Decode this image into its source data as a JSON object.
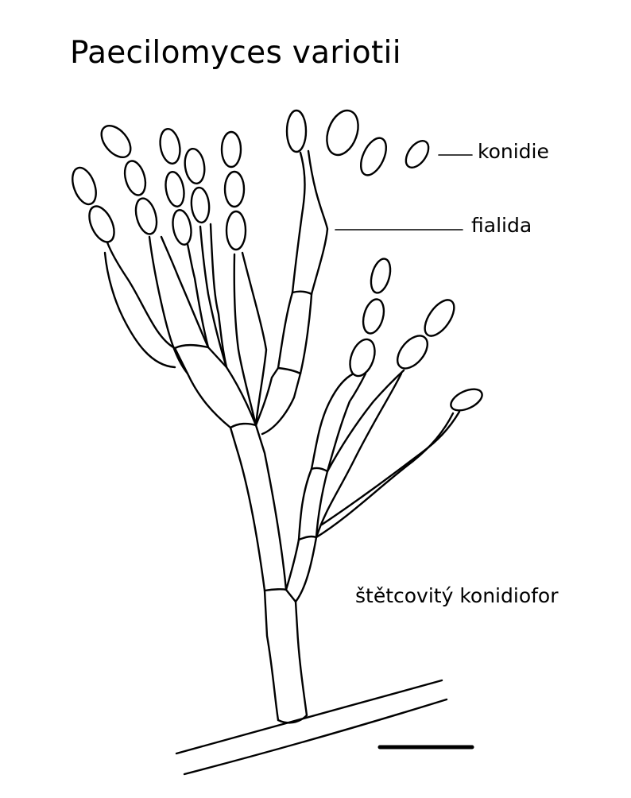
{
  "title": "Paecilomyces variotii",
  "labels": {
    "konidie": "konidie",
    "fialida": "fialida",
    "konidiofor": "štětcovitý konidiofor"
  }
}
